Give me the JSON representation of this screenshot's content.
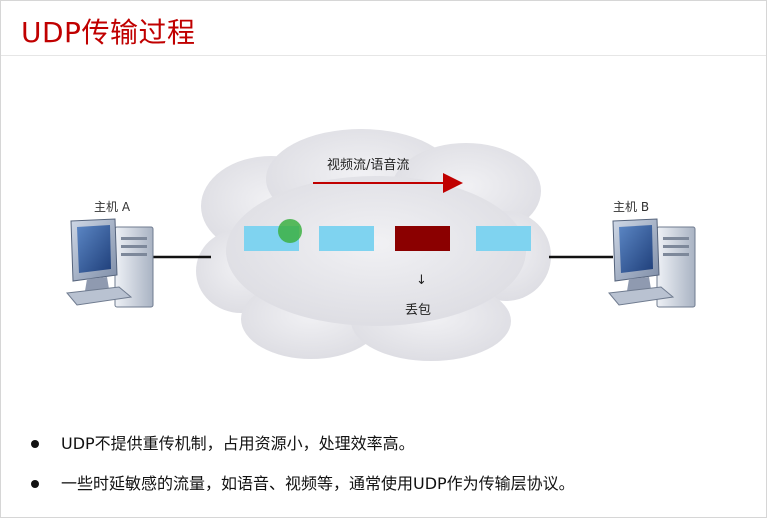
{
  "title": "UDP传输过程",
  "diagram": {
    "host_a_label": "主机 A",
    "host_b_label": "主机 B",
    "flow_label": "视频流/语音流",
    "drop_label": "丢包",
    "drop_arrow": "↓",
    "colors": {
      "packet": "#7fd3f0",
      "dropped_packet": "#8b0000",
      "arrow": "#c00000",
      "cursor": "#3cb043",
      "cloud": "#e6e6ea"
    }
  },
  "bullets": [
    "UDP不提供重传机制，占用资源小，处理效率高。",
    "一些时延敏感的流量，如语音、视频等，通常使用UDP作为传输层协议。"
  ]
}
